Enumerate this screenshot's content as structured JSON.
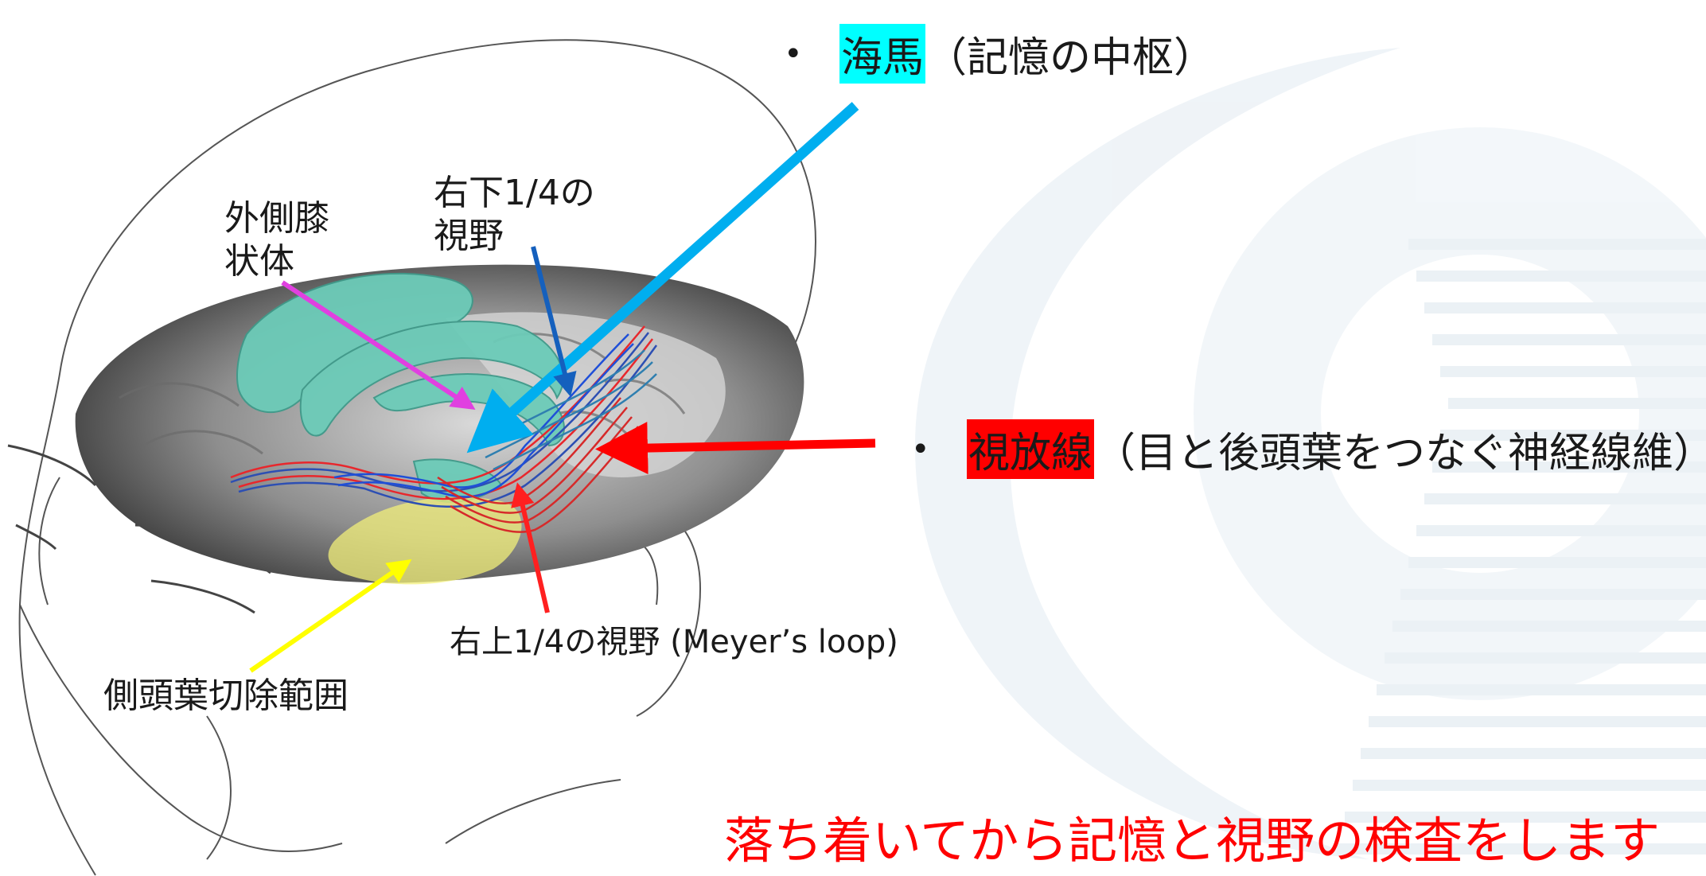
{
  "bullets": {
    "hippocampus": {
      "term": "海馬",
      "desc": "（記憶の中枢）",
      "highlight": "#00ffff"
    },
    "optic_radiation": {
      "term": "視放線",
      "desc": "（目と後頭葉をつなぐ神経線維）",
      "highlight": "#ff0000"
    }
  },
  "labels": {
    "lgn_line1": "外側膝",
    "lgn_line2": "状体",
    "lower_field_line1": "右下1/4の",
    "lower_field_line2": "視野",
    "upper_field": "右上1/4の視野 (Meyer’s loop)",
    "resection": "側頭葉切除範囲"
  },
  "footer": {
    "text": "落ち着いてから記憶と視野の検査をします",
    "color": "#ff0000"
  },
  "colors": {
    "hippocampus_arrow": "#00aeef",
    "optic_arrow": "#ff0000",
    "lgn_arrow": "#e040e0",
    "lower_field_arrow": "#1560bd",
    "resection_arrow": "#ffff00",
    "upper_field_arrow": "#ff2020"
  }
}
